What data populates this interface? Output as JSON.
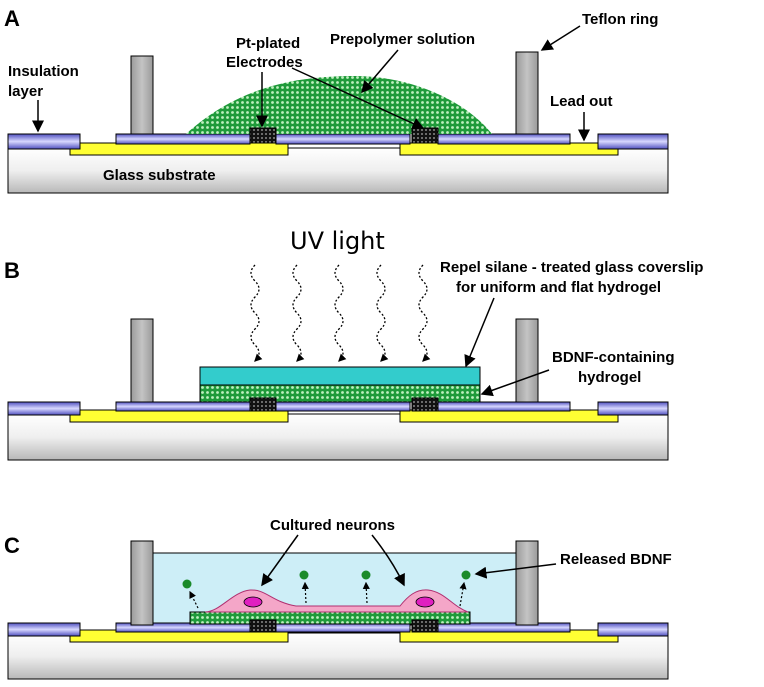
{
  "panels": [
    {
      "letter": "A"
    },
    {
      "letter": "B"
    },
    {
      "letter": "C"
    }
  ],
  "labels": {
    "insulation_line1": "Insulation",
    "insulation_line2": "layer",
    "pt_line1": "Pt-plated",
    "pt_line2": "Electrodes",
    "prepolymer": "Prepolymer solution",
    "teflon": "Teflon ring",
    "lead_out": "Lead out",
    "glass": "Glass substrate",
    "uv_light": "UV light",
    "repel_line1": "Repel silane - treated glass coverslip",
    "repel_line2": "for uniform and flat hydrogel",
    "bdnf_line1": "BDNF-containing",
    "bdnf_line2": "hydrogel",
    "cultured": "Cultured neurons",
    "released": "Released BDNF"
  },
  "colors": {
    "glass": "#d9d9d9",
    "insulation": "#8080e0",
    "electrode": "#ffff33",
    "teflon": "#a6a6a6",
    "hydrogel": "#1f9a3a",
    "coverslip": "#33cccc",
    "medium": "#cdeef7",
    "neuron": "#f4a6c8",
    "nucleus": "#e020c0",
    "bdnf": "#1a8a2a"
  }
}
